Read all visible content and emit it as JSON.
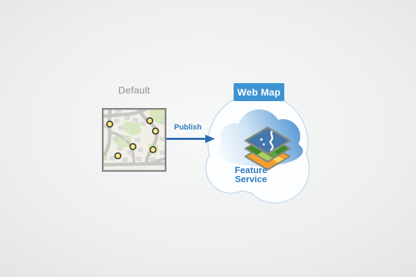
{
  "diagram": {
    "source_map": {
      "label": "Default",
      "marker_count": 6,
      "markers": [
        {
          "x": 11.3,
          "y": 23.3
        },
        {
          "x": 69.0,
          "y": 18.3
        },
        {
          "x": 77.3,
          "y": 33.3
        },
        {
          "x": 44.7,
          "y": 55.7
        },
        {
          "x": 73.7,
          "y": 60.0
        },
        {
          "x": 23.0,
          "y": 69.0
        }
      ]
    },
    "publish": {
      "label": "Publish"
    },
    "web_map": {
      "label": "Web Map"
    },
    "feature_service": {
      "line1": "Feature",
      "line2": "Service"
    },
    "icons": [
      "map-thumbnail-icon",
      "publish-arrow-icon",
      "outer-cloud-icon",
      "inner-cloud-icon",
      "layer-stack-icon"
    ]
  },
  "colors": {
    "page_bg_center": "#f7f8f8",
    "page_bg_edge": "#e2e4e5",
    "default_label": "#8b8e90",
    "accent_blue_text": "#2e7cc1",
    "arrow_blue": "#2a6cb5",
    "webmap_box": "#3e94d2",
    "webmap_text": "#ffffff",
    "outer_cloud_stroke": "#c5dcee",
    "outer_cloud_fill": "#fcfdfe",
    "inner_cloud_light": "#f8fbfe",
    "inner_cloud_mid": "#cfe3f4",
    "inner_cloud_deep": "#4b90d2",
    "map_bg": "#f2efe9",
    "map_border": "#828282",
    "road": "#c7c7c3",
    "building": "#dcddd9",
    "green_area": "#d9e7c0",
    "marker_fill": "#f8e783",
    "marker_stroke": "#34342e",
    "layer_border": "#8b8b7d",
    "layer_blue": "#4577ad",
    "layer_green": "#61a441",
    "layer_green_light": "#aed163",
    "layer_green_dark": "#3c8a2d",
    "layer_green_pale": "#cfe49c",
    "layer_orange": "#f49f2e",
    "layer_yellow": "#ffd55e",
    "layer_orange_deep": "#ef8c1a"
  }
}
